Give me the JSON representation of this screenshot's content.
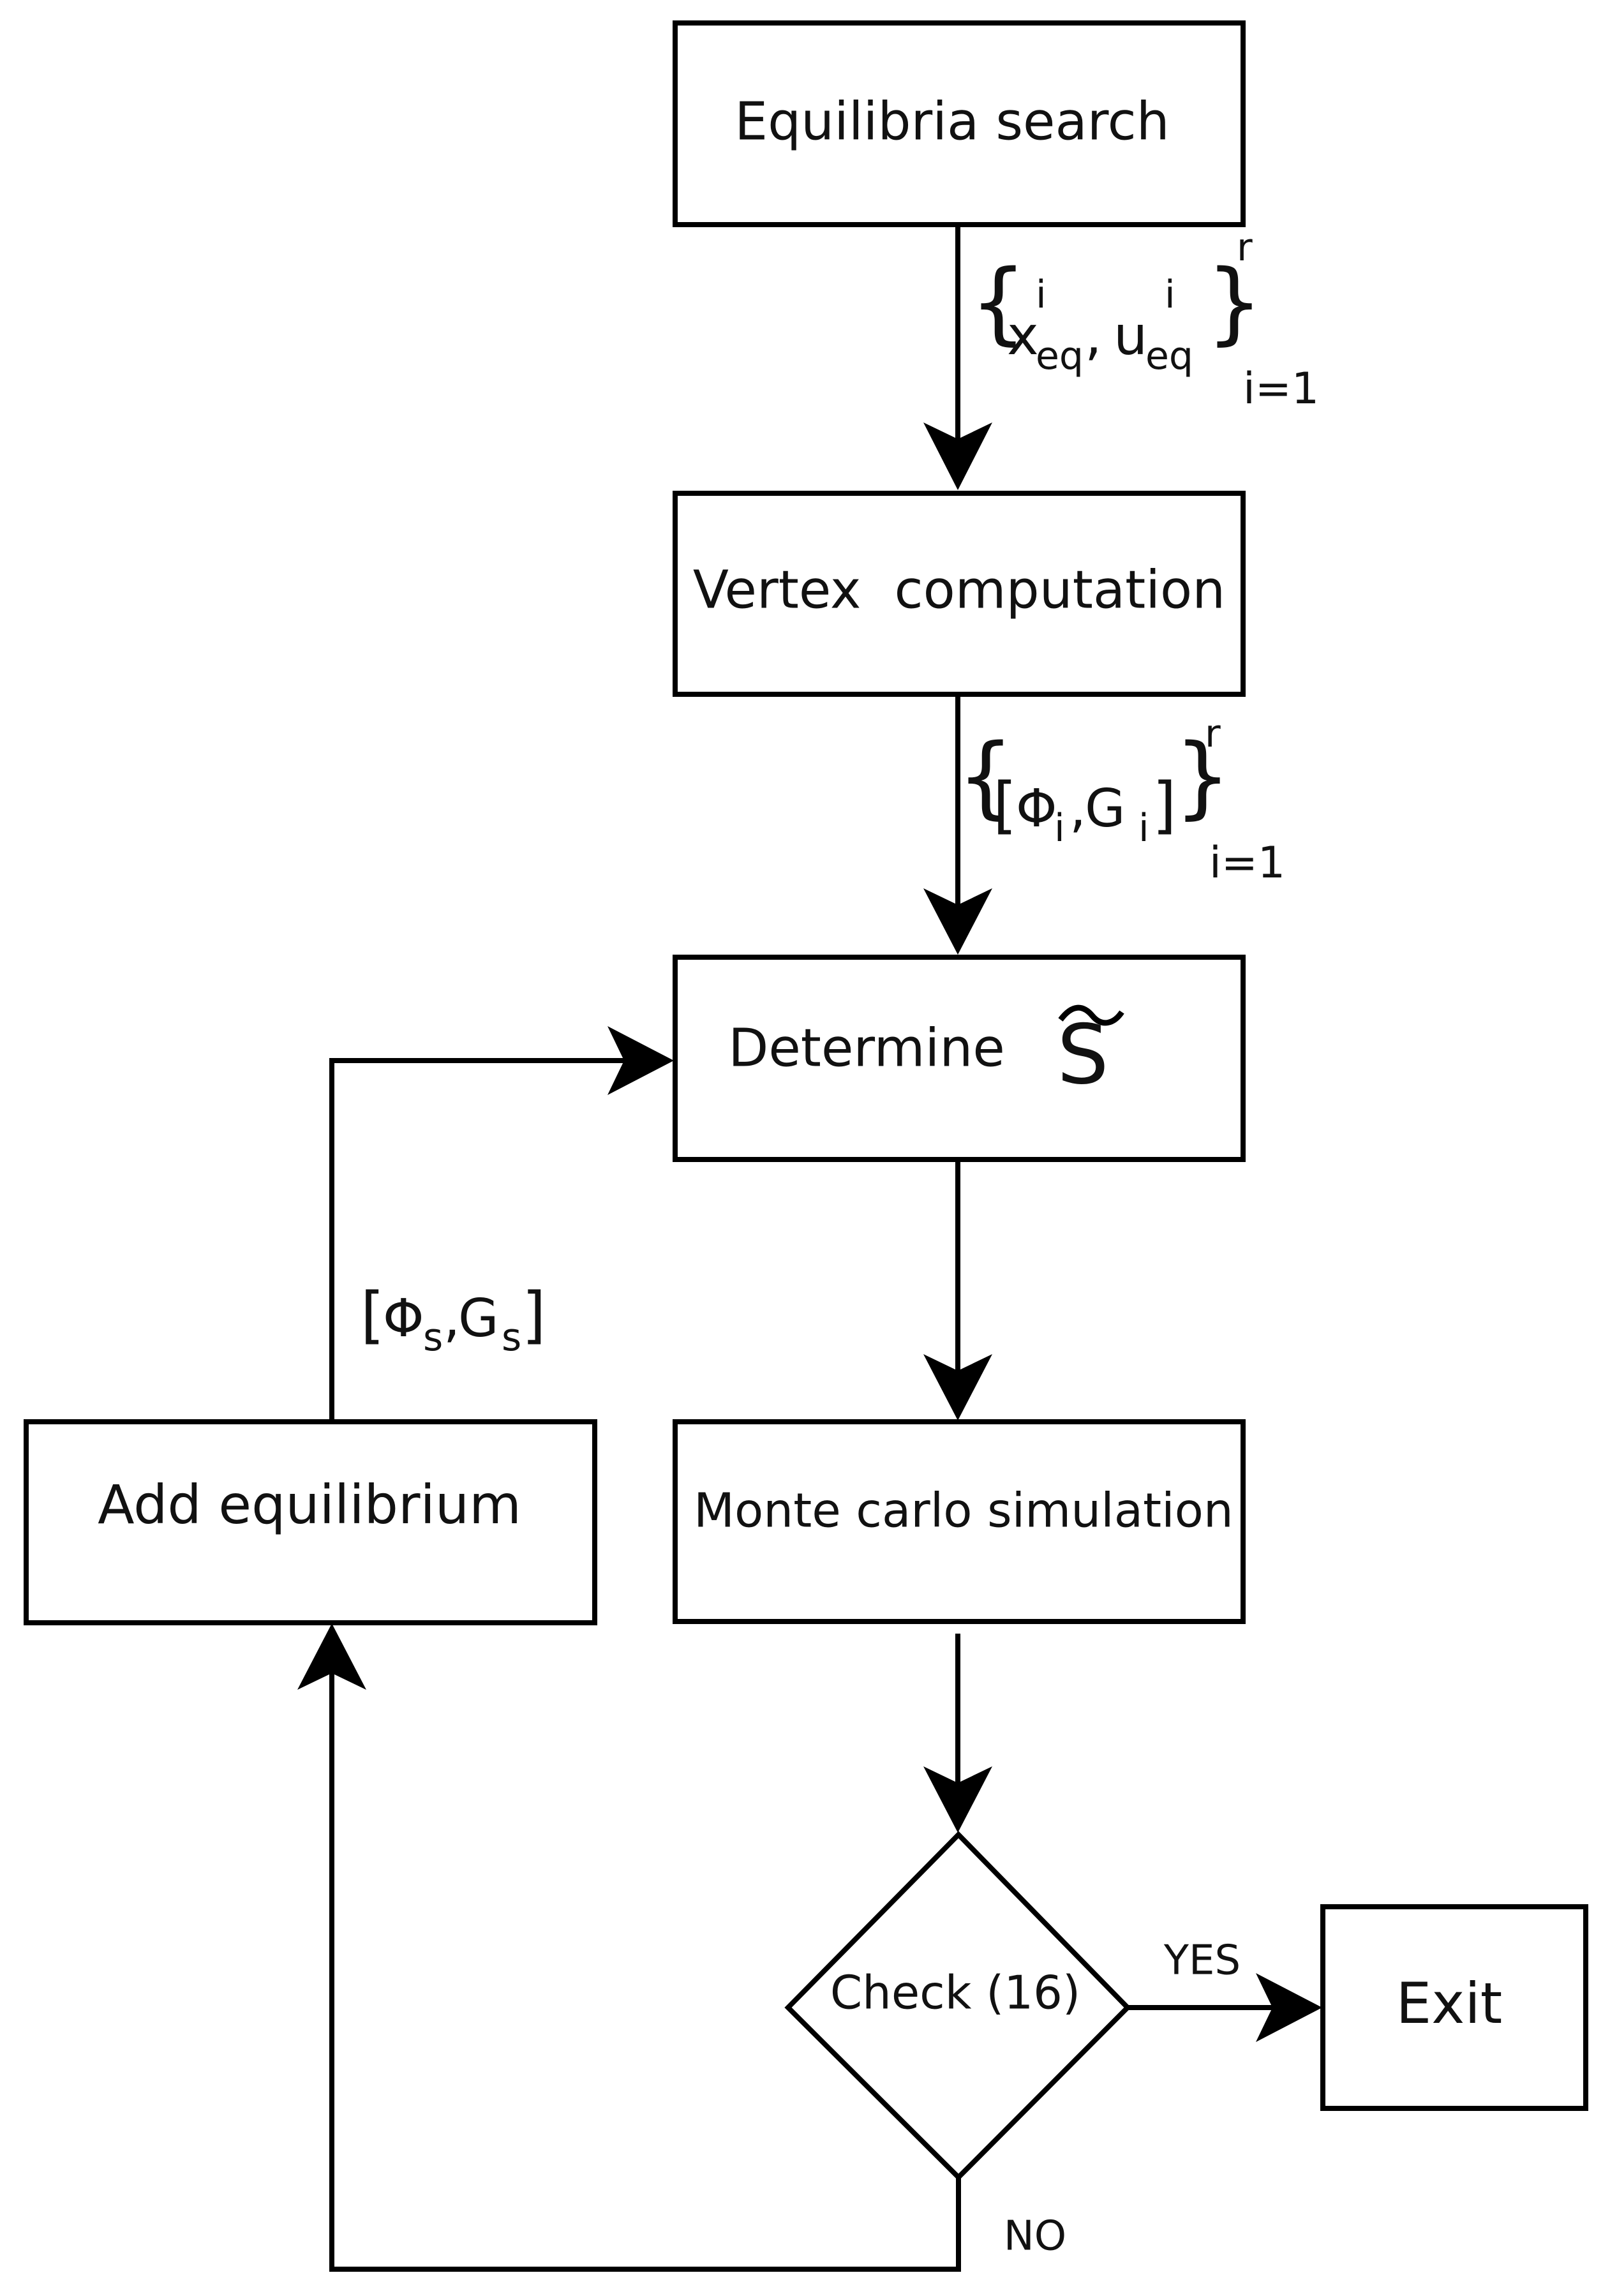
{
  "nodes": {
    "equilibria_search": "Equilibria search",
    "vertex_computation": "Vertex  computation",
    "determine": "Determine",
    "determine_symbol": "S",
    "monte_carlo": "Monte carlo simulation",
    "check": "Check (16)",
    "exit": "Exit",
    "add_equilibrium": "Add equilibrium"
  },
  "edge_labels": {
    "equilibria": {
      "brace_open": "{",
      "x": "x",
      "x_sup": "i",
      "x_sub": "eq",
      "comma": ",",
      "u": "u",
      "u_sup": "i",
      "u_sub": "eq",
      "brace_close": "}",
      "range_sup": "r",
      "range_sub": "i=1"
    },
    "vertices": {
      "brace_open": "{",
      "bracket_open": "[",
      "phi": "Φ",
      "phi_sub": "i",
      "comma": ",",
      "g": "G",
      "g_sub": "i",
      "bracket_close": "]",
      "brace_close": "}",
      "range_sup": "r",
      "range_sub": "i=1"
    },
    "new_vertex": {
      "bracket_open": "[",
      "phi": "Φ",
      "phi_sub": "s",
      "comma": ",",
      "g": "G",
      "g_sub": "s",
      "bracket_close": "]"
    },
    "yes": "YES",
    "no": "NO"
  }
}
